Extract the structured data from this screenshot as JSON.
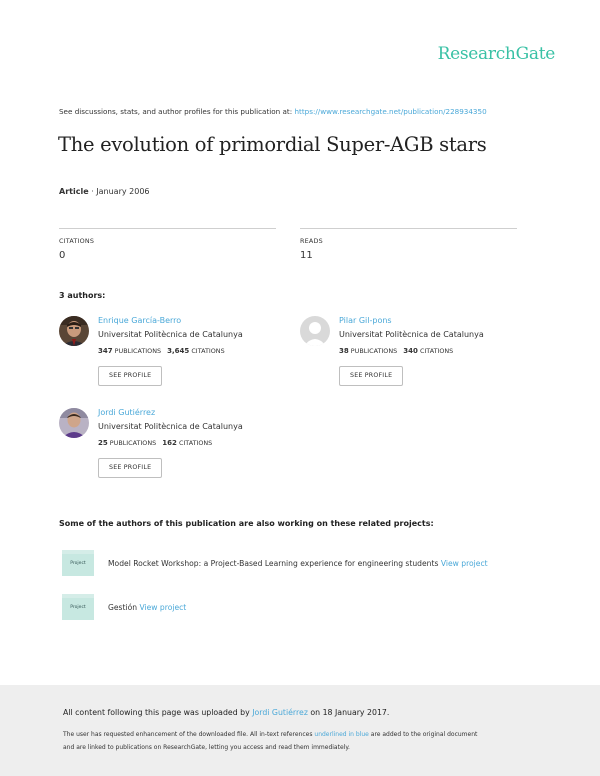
{
  "brand": "ResearchGate",
  "discuss": {
    "text": "See discussions, stats, and author profiles for this publication at: ",
    "url": "https://www.researchgate.net/publication/228934350"
  },
  "title": "The evolution of primordial Super-AGB stars",
  "meta": {
    "type": "Article",
    "separator": " · ",
    "date": "January 2006"
  },
  "stats": {
    "citations_label": "CITATIONS",
    "citations_value": "0",
    "reads_label": "READS",
    "reads_value": "11"
  },
  "authors_heading": "3 authors:",
  "authors": [
    {
      "name": "Enrique García-Berro",
      "institution": "Universitat Politècnica de Catalunya",
      "publications": "347",
      "publications_label": "PUBLICATIONS",
      "citations": "3,645",
      "citations_label": "CITATIONS",
      "button": "SEE PROFILE"
    },
    {
      "name": "Pilar Gil-pons",
      "institution": "Universitat Politècnica de Catalunya",
      "publications": "38",
      "publications_label": "PUBLICATIONS",
      "citations": "340",
      "citations_label": "CITATIONS",
      "button": "SEE PROFILE"
    },
    {
      "name": "Jordi Gutiérrez",
      "institution": "Universitat Politècnica de Catalunya",
      "publications": "25",
      "publications_label": "PUBLICATIONS",
      "citations": "162",
      "citations_label": "CITATIONS",
      "button": "SEE PROFILE"
    }
  ],
  "projects_heading": "Some of the authors of this publication are also working on these related projects:",
  "projects": [
    {
      "icon_label": "Project",
      "text": "Model Rocket Workshop: a Project-Based Learning experience for engineering students ",
      "link": "View project"
    },
    {
      "icon_label": "Project",
      "text": "Gestión ",
      "link": "View project"
    }
  ],
  "footer": {
    "line1_pre": "All content following this page was uploaded by ",
    "line1_user": "Jordi Gutiérrez",
    "line1_post": " on 18 January 2017.",
    "line2_pre": "The user has requested enhancement of the downloaded file. All in-text references ",
    "line2_link": "underlined in blue",
    "line2_post": " are added to the original document",
    "line3": "and are linked to publications on ResearchGate, letting you access and read them immediately."
  },
  "colors": {
    "brand": "#39c1a5",
    "link": "#4aa8d8",
    "footer_bg": "#eeeeee"
  }
}
